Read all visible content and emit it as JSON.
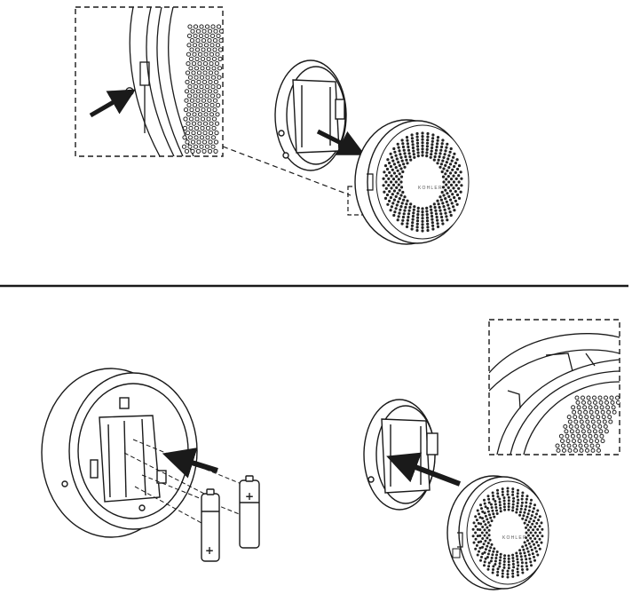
{
  "brand_label": "KOHLER",
  "battery_polarity": "+",
  "colors": {
    "ink": "#1a1a1a",
    "paper": "#ffffff",
    "grill_hole": "#222222"
  },
  "icons": [
    "arrow-icon",
    "dashed-callout-frame",
    "speaker-grill",
    "battery-icon"
  ]
}
